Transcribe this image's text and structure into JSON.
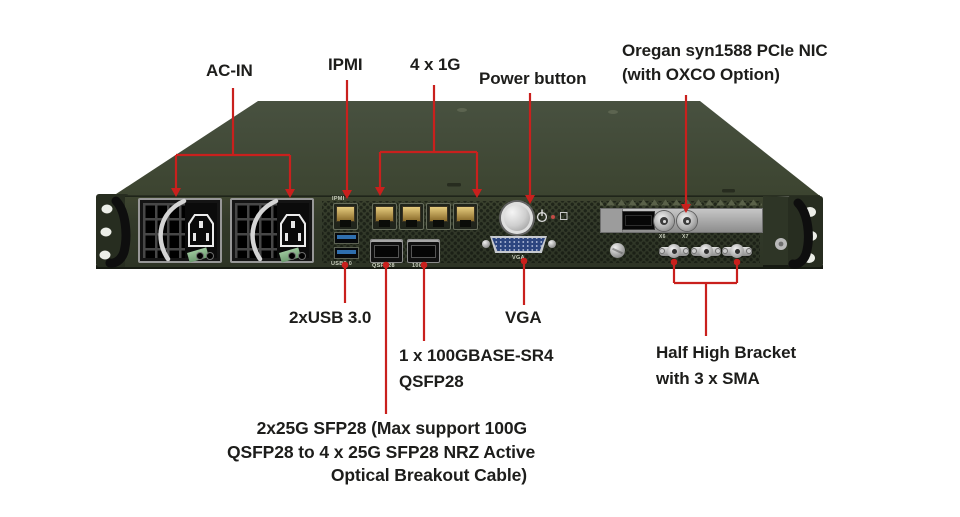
{
  "colors": {
    "leader_red": "#c9201d",
    "label_text": "#1d1d1b",
    "chassis_top_green": "#434b38",
    "chassis_front_green": "#343b2b",
    "rack_ear_green": "#272d20",
    "psu_tab_green": "#8ab98c",
    "usb_blue": "#2f6fae",
    "vga_blue": "#2c457f",
    "bracket_silver": "#b9b9b9"
  },
  "callouts": {
    "ac_in": "AC-IN",
    "ipmi": "IPMI",
    "lan_1g": "4 x 1G",
    "power_button": "Power button",
    "nic_line1": "Oregan syn1588 PCIe NIC",
    "nic_line2": "(with OXCO Option)",
    "usb": "2xUSB 3.0",
    "vga": "VGA",
    "qsfp_line1": "1 x 100GBASE-SR4",
    "qsfp_line2": "QSFP28",
    "bracket_line1": "Half High Bracket",
    "bracket_line2": "with 3 x SMA",
    "sfp28_line1": "2x25G SFP28 (Max support 100G",
    "sfp28_line2": "QSFP28 to 4 x 25G SFP28 NRZ Active",
    "sfp28_line3": "Optical Breakout Cable)"
  },
  "chassis_prints": {
    "ipmi_port": "IPMI",
    "usb_ports": "USB3.0",
    "qsfp_cage": "QSFP28",
    "qsfp_100g_cage": "100G",
    "vga_port": "VGA",
    "sma_x6": "X6",
    "sma_x7": "X7"
  }
}
